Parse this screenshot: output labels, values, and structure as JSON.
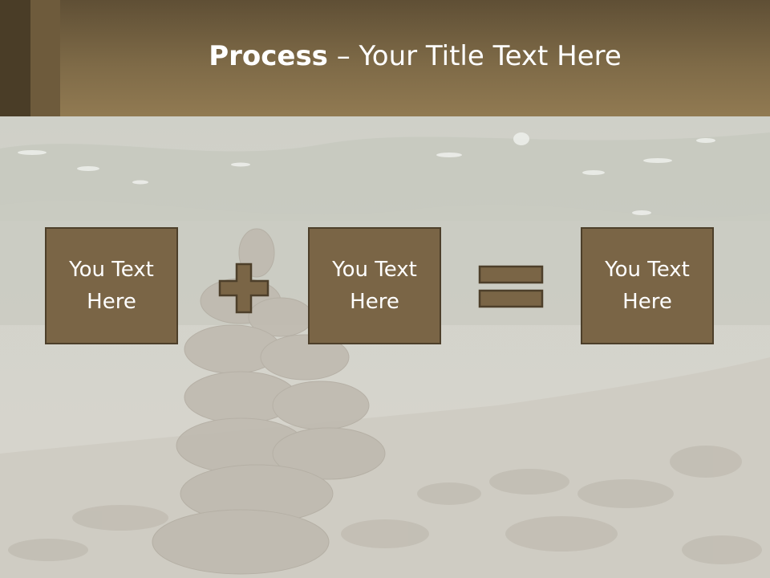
{
  "title": {
    "bold": "Process",
    "rest": " – Your Title Text Here"
  },
  "process": {
    "boxes": [
      {
        "text": "You Text Here"
      },
      {
        "text": "You Text Here"
      },
      {
        "text": "You Text Here"
      }
    ],
    "operators": [
      "plus-icon",
      "equals-icon"
    ]
  },
  "colors": {
    "header": "#7e6a47",
    "box_fill": "#7a6546",
    "box_border": "#4d3f2a",
    "text": "#ffffff"
  }
}
